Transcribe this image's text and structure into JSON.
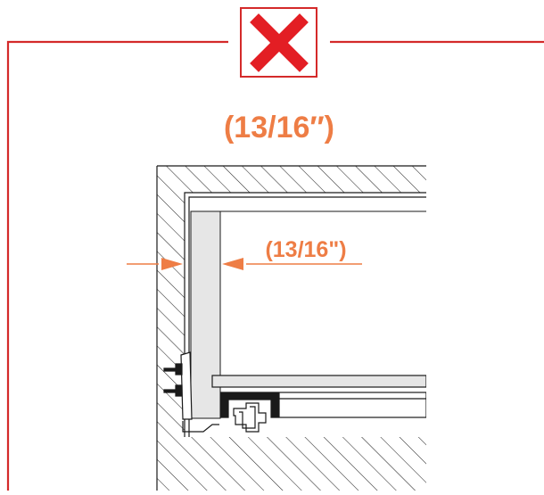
{
  "heading": {
    "text": "(13/16″)"
  },
  "dimension": {
    "label": "(13/16\")"
  },
  "badge": {
    "icon": "x-mark-icon",
    "meaning": "incorrect"
  },
  "colors": {
    "frame": "#d42a2a",
    "badge_x": "#e31e24",
    "dimension": "#ee7d45",
    "line": "#1a1a1a",
    "panel": "#e6e6e6",
    "hatch": "#2a2a2a"
  }
}
